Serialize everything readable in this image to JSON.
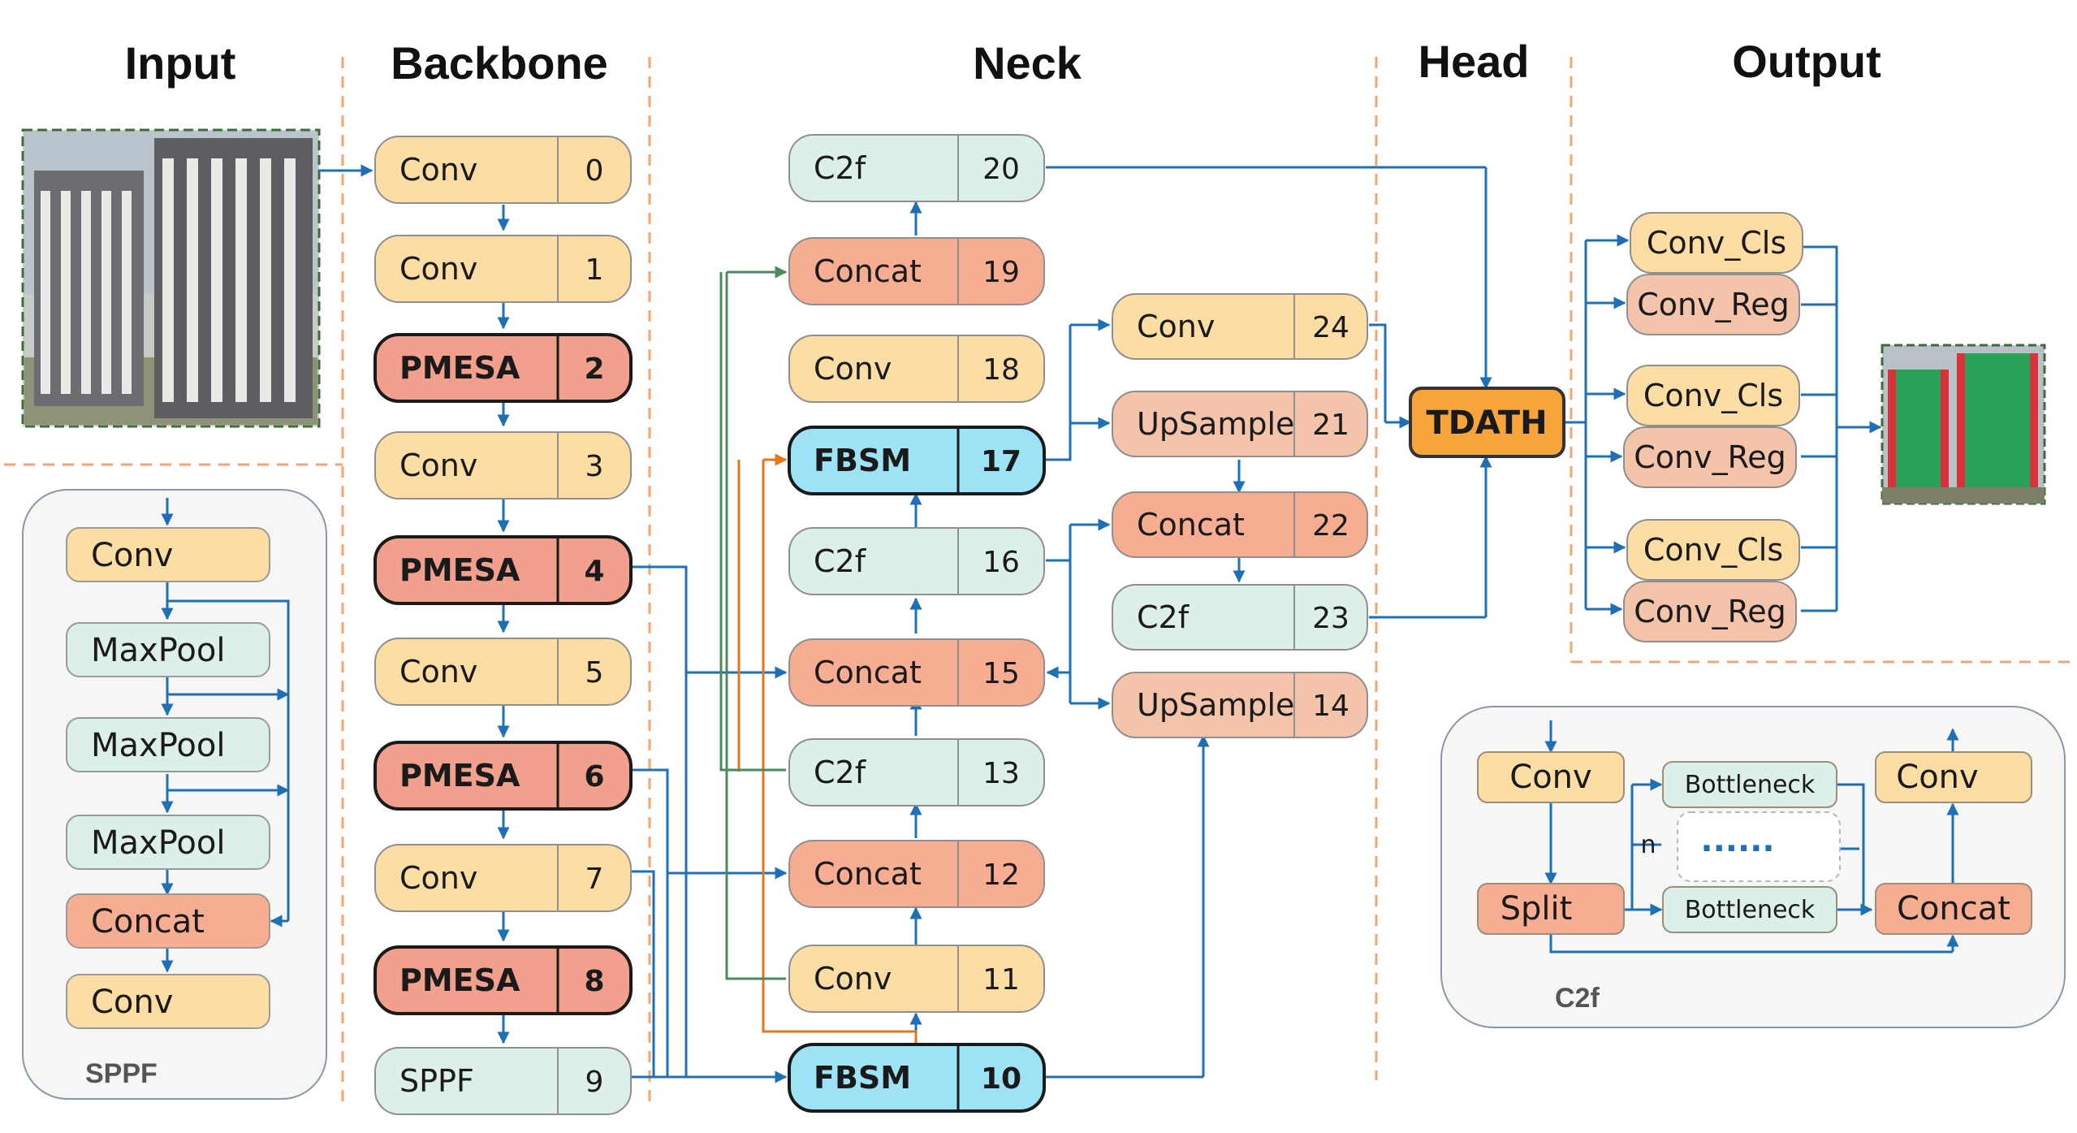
{
  "headings": {
    "input": "Input",
    "backbone": "Backbone",
    "neck": "Neck",
    "head": "Head",
    "output": "Output"
  },
  "colors": {
    "conv": "#fcdda4",
    "pmesa": "#f0a08c",
    "sppf": "#dcefea",
    "c2f": "#dcefea",
    "concat": "#f7ad92",
    "upsample": "#f3c4a9",
    "fbsm": "#9ee3f5",
    "tdath": "#f7a53a",
    "line_blue": "#1f6fb5",
    "line_orange": "#e8751a",
    "line_green": "#4a8a5c",
    "divider": "#f2a572"
  },
  "backbone": [
    {
      "label": "Conv",
      "num": "0",
      "kind": "conv"
    },
    {
      "label": "Conv",
      "num": "1",
      "kind": "conv"
    },
    {
      "label": "PMESA",
      "num": "2",
      "kind": "pmesa"
    },
    {
      "label": "Conv",
      "num": "3",
      "kind": "conv"
    },
    {
      "label": "PMESA",
      "num": "4",
      "kind": "pmesa"
    },
    {
      "label": "Conv",
      "num": "5",
      "kind": "conv"
    },
    {
      "label": "PMESA",
      "num": "6",
      "kind": "pmesa"
    },
    {
      "label": "Conv",
      "num": "7",
      "kind": "conv"
    },
    {
      "label": "PMESA",
      "num": "8",
      "kind": "pmesa"
    },
    {
      "label": "SPPF",
      "num": "9",
      "kind": "sppf"
    }
  ],
  "neck_col1": [
    {
      "label": "C2f",
      "num": "20",
      "kind": "c2f"
    },
    {
      "label": "Concat",
      "num": "19",
      "kind": "concat"
    },
    {
      "label": "Conv",
      "num": "18",
      "kind": "conv"
    },
    {
      "label": "FBSM",
      "num": "17",
      "kind": "fbsm"
    },
    {
      "label": "C2f",
      "num": "16",
      "kind": "c2f"
    },
    {
      "label": "Concat",
      "num": "15",
      "kind": "concat"
    },
    {
      "label": "C2f",
      "num": "13",
      "kind": "c2f"
    },
    {
      "label": "Concat",
      "num": "12",
      "kind": "concat"
    },
    {
      "label": "Conv",
      "num": "11",
      "kind": "conv"
    },
    {
      "label": "FBSM",
      "num": "10",
      "kind": "fbsm"
    }
  ],
  "neck_col2": [
    {
      "label": "Conv",
      "num": "24",
      "kind": "conv"
    },
    {
      "label": "UpSample",
      "num": "21",
      "kind": "upsample"
    },
    {
      "label": "Concat",
      "num": "22",
      "kind": "concat"
    },
    {
      "label": "C2f",
      "num": "23",
      "kind": "c2f"
    },
    {
      "label": "UpSample",
      "num": "14",
      "kind": "upsample"
    }
  ],
  "head": {
    "label": "TDATH"
  },
  "output_blocks": [
    {
      "label": "Conv_Cls",
      "kind": "conv"
    },
    {
      "label": "Conv_Reg",
      "kind": "upsample"
    },
    {
      "label": "Conv_Cls",
      "kind": "conv"
    },
    {
      "label": "Conv_Reg",
      "kind": "upsample"
    },
    {
      "label": "Conv_Cls",
      "kind": "conv"
    },
    {
      "label": "Conv_Reg",
      "kind": "upsample"
    }
  ],
  "sppf_panel": {
    "caption": "SPPF",
    "blocks": [
      {
        "label": "Conv",
        "kind": "conv"
      },
      {
        "label": "MaxPool",
        "kind": "c2f"
      },
      {
        "label": "MaxPool",
        "kind": "c2f"
      },
      {
        "label": "MaxPool",
        "kind": "c2f"
      },
      {
        "label": "Concat",
        "kind": "concat"
      },
      {
        "label": "Conv",
        "kind": "conv"
      }
    ]
  },
  "c2f_panel": {
    "caption": "C2f",
    "conv_in": "Conv",
    "split": "Split",
    "bottleneck_top": "Bottleneck",
    "bottleneck_bottom": "Bottleneck",
    "dots": "......",
    "n": "n",
    "conv_out": "Conv",
    "concat": "Concat"
  }
}
